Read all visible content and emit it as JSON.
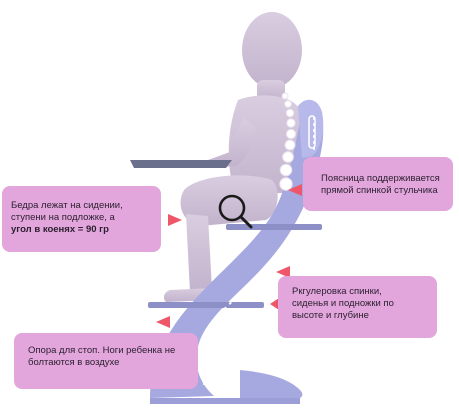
{
  "diagram": {
    "callouts": {
      "thighs": {
        "line1": "Бедра лежат на сидении,",
        "line2": "ступени на подложке, а",
        "line3": "угол в коенях = 90 гр"
      },
      "lumbar": {
        "line1": "Поясница поддерживается",
        "line2": "прямой спинкой стульчика"
      },
      "adjust": {
        "line1": "Ркгулеровка спинки,",
        "line2": "сиденья и подножки по",
        "line3": "высоте и глубине"
      },
      "foot": {
        "line1": "Опора для стоп. Ноги ребенка не",
        "line2": "болтаются в воздухе"
      }
    },
    "icons": {
      "zoom": "magnifier-icon"
    },
    "colors": {
      "silhouette": "#cdbfd5",
      "chair": "#a6a8e0",
      "callout": "#e2a6dc",
      "arrow": "#f0566a",
      "vertebra": "#ffffff",
      "desk": "#6a6f8c"
    }
  }
}
